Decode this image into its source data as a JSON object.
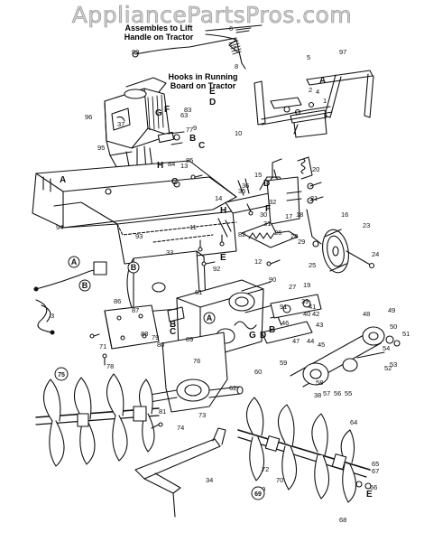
{
  "watermark": "AppliancePartsPros.com",
  "annotations": {
    "lift_line1": "Assembles to Lift",
    "lift_line2": "Handle on Tractor",
    "hooks_line1": "Hooks in Running",
    "hooks_line2": "Board on Tractor"
  },
  "colors": {
    "ink": "#111111",
    "watermark": "#cfcfcf"
  },
  "callouts": [
    {
      "id": "c1",
      "text": "5"
    },
    {
      "id": "c2",
      "text": "97"
    },
    {
      "id": "c3",
      "text": "99"
    },
    {
      "id": "c4",
      "text": "8"
    },
    {
      "id": "c5",
      "text": "10"
    },
    {
      "id": "c6",
      "text": "96"
    },
    {
      "id": "c7",
      "text": "37"
    },
    {
      "id": "c8",
      "text": "63"
    },
    {
      "id": "c9",
      "text": "77"
    },
    {
      "id": "c10",
      "text": "9"
    },
    {
      "id": "c11",
      "text": "95"
    },
    {
      "id": "c12",
      "text": "85"
    },
    {
      "id": "c13",
      "text": "13"
    },
    {
      "id": "c14",
      "text": "94"
    },
    {
      "id": "c15",
      "text": "93"
    },
    {
      "id": "c16",
      "text": "11"
    },
    {
      "id": "c17",
      "text": "14"
    },
    {
      "id": "c18",
      "text": "20"
    },
    {
      "id": "c19",
      "text": "21"
    },
    {
      "id": "c20",
      "text": "16"
    },
    {
      "id": "c21",
      "text": "23"
    },
    {
      "id": "c22",
      "text": "24"
    },
    {
      "id": "c23",
      "text": "25"
    },
    {
      "id": "c24",
      "text": "26"
    },
    {
      "id": "c25",
      "text": "33"
    },
    {
      "id": "c26",
      "text": "3"
    },
    {
      "id": "c27",
      "text": "86"
    },
    {
      "id": "c28",
      "text": "87"
    },
    {
      "id": "c29",
      "text": "71"
    },
    {
      "id": "c30",
      "text": "61"
    },
    {
      "id": "c31",
      "text": "12"
    },
    {
      "id": "c32",
      "text": "27"
    },
    {
      "id": "c33",
      "text": "19"
    },
    {
      "id": "c34",
      "text": "48"
    },
    {
      "id": "c35",
      "text": "49"
    },
    {
      "id": "c36",
      "text": "50"
    },
    {
      "id": "c37",
      "text": "51"
    },
    {
      "id": "c38",
      "text": "54"
    },
    {
      "id": "c39",
      "text": "53"
    },
    {
      "id": "c40",
      "text": "52"
    },
    {
      "id": "c41",
      "text": "57"
    },
    {
      "id": "c42",
      "text": "56"
    },
    {
      "id": "c43",
      "text": "55"
    },
    {
      "id": "c44",
      "text": "38"
    },
    {
      "id": "c45",
      "text": "59"
    },
    {
      "id": "c46",
      "text": "60"
    },
    {
      "id": "c47",
      "text": "62"
    },
    {
      "id": "c48",
      "text": "73"
    },
    {
      "id": "c49",
      "text": "74"
    },
    {
      "id": "c50",
      "text": "81"
    },
    {
      "id": "c51",
      "text": "75"
    },
    {
      "id": "c52",
      "text": "34"
    },
    {
      "id": "c53",
      "text": "69"
    },
    {
      "id": "c54",
      "text": "68"
    },
    {
      "id": "c55",
      "text": "64"
    },
    {
      "id": "c56",
      "text": "65"
    },
    {
      "id": "c57",
      "text": "66"
    },
    {
      "id": "c58",
      "text": "67"
    },
    {
      "id": "c59",
      "text": "72"
    },
    {
      "id": "c60",
      "text": "70"
    },
    {
      "id": "c61",
      "text": "76"
    },
    {
      "id": "c62",
      "text": "78"
    },
    {
      "id": "c63",
      "text": "79"
    },
    {
      "id": "c64",
      "text": "80"
    },
    {
      "id": "c65",
      "text": "92"
    },
    {
      "id": "c66",
      "text": "30"
    },
    {
      "id": "c67",
      "text": "31"
    },
    {
      "id": "c68",
      "text": "32"
    },
    {
      "id": "c69",
      "text": "82"
    },
    {
      "id": "c70",
      "text": "18"
    },
    {
      "id": "c71",
      "text": "17"
    },
    {
      "id": "c72",
      "text": "15"
    },
    {
      "id": "c73",
      "text": "28"
    },
    {
      "id": "c74",
      "text": "29"
    },
    {
      "id": "c75",
      "text": "35"
    },
    {
      "id": "c76",
      "text": "36"
    },
    {
      "id": "c77",
      "text": "39"
    },
    {
      "id": "c78",
      "text": "40"
    },
    {
      "id": "c79",
      "text": "41"
    },
    {
      "id": "c80",
      "text": "42"
    },
    {
      "id": "c81",
      "text": "43"
    },
    {
      "id": "c82",
      "text": "44"
    },
    {
      "id": "c83",
      "text": "45"
    },
    {
      "id": "c84",
      "text": "46"
    },
    {
      "id": "c85",
      "text": "47"
    },
    {
      "id": "c86",
      "text": "58"
    },
    {
      "id": "c87",
      "text": "6"
    },
    {
      "id": "c88",
      "text": "7"
    },
    {
      "id": "c89",
      "text": "4"
    },
    {
      "id": "c90",
      "text": "2"
    },
    {
      "id": "c91",
      "text": "1"
    },
    {
      "id": "c92",
      "text": "83"
    },
    {
      "id": "c93",
      "text": "84"
    },
    {
      "id": "c94",
      "text": "88"
    },
    {
      "id": "c95",
      "text": "89"
    },
    {
      "id": "c96",
      "text": "90"
    },
    {
      "id": "c97",
      "text": "91"
    }
  ],
  "letter_markers": [
    {
      "id": "m1",
      "text": "A"
    },
    {
      "id": "m2",
      "text": "B"
    },
    {
      "id": "m3",
      "text": "C"
    },
    {
      "id": "m4",
      "text": "D"
    },
    {
      "id": "m5",
      "text": "E"
    },
    {
      "id": "m6",
      "text": "F"
    },
    {
      "id": "m7",
      "text": "G"
    },
    {
      "id": "m8",
      "text": "H"
    },
    {
      "id": "m9",
      "text": "A"
    },
    {
      "id": "m10",
      "text": "B"
    },
    {
      "id": "m11",
      "text": "C"
    },
    {
      "id": "m12",
      "text": "D"
    },
    {
      "id": "m13",
      "text": "E"
    },
    {
      "id": "m14",
      "text": "F"
    },
    {
      "id": "m15",
      "text": "G"
    },
    {
      "id": "m16",
      "text": "B"
    },
    {
      "id": "m17",
      "text": "D"
    },
    {
      "id": "m18",
      "text": "E"
    },
    {
      "id": "m19",
      "text": "C"
    },
    {
      "id": "m20",
      "text": "H"
    }
  ],
  "circled_markers": [
    {
      "id": "o1",
      "text": "A"
    },
    {
      "id": "o2",
      "text": "B"
    },
    {
      "id": "o3",
      "text": "B"
    },
    {
      "id": "o4",
      "text": "A"
    },
    {
      "id": "o5",
      "text": "75"
    },
    {
      "id": "o6",
      "text": "69"
    }
  ]
}
